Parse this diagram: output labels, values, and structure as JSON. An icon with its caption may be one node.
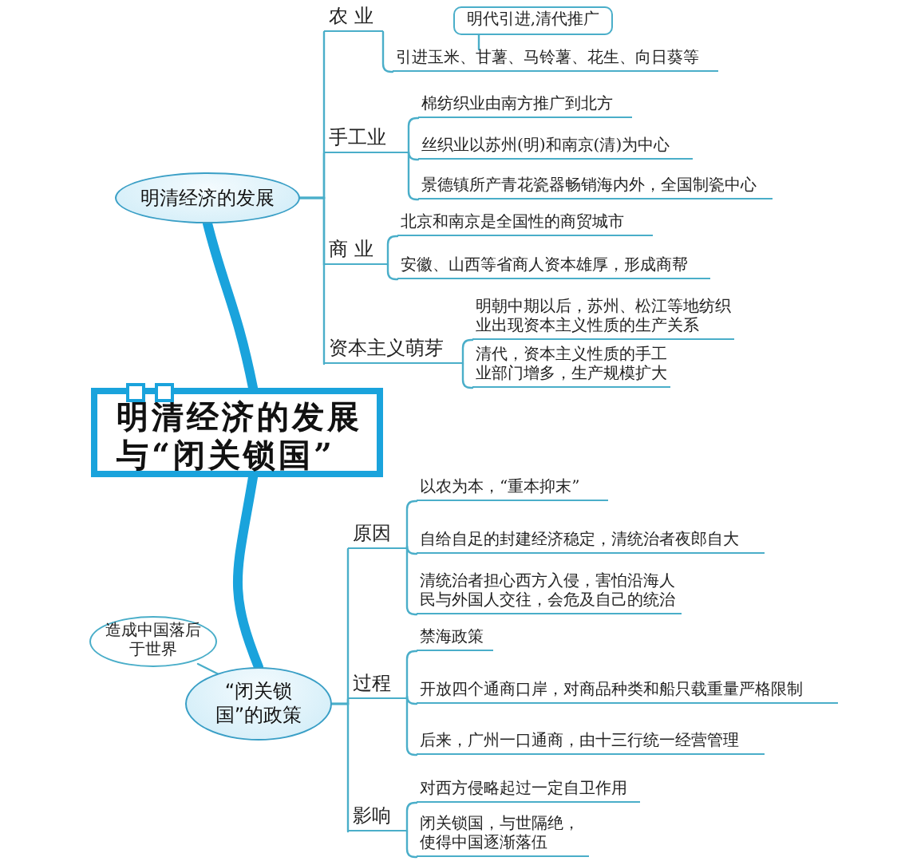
{
  "diagram": {
    "nodes": [
      {
        "text": [
          "明清经济的发展与“闭关锁国”"
        ]
      },
      {
        "text": [
          "明清经济的发展"
        ]
      },
      {
        "text": [
          "农 业"
        ]
      },
      {
        "text": [
          "明代引进,清代推广"
        ]
      },
      {
        "text": [
          "引进玉米、甘薯、马铃薯、花生、向日葵等"
        ]
      },
      {
        "text": [
          "手工业"
        ]
      },
      {
        "text": [
          "棉纺织业由南方推广到北方"
        ]
      },
      {
        "text": [
          "丝织业以苏州(明)和南京(清)为中心"
        ]
      },
      {
        "text": [
          "景德镇所产青花瓷器畅销海内外，全国制瓷中心"
        ]
      },
      {
        "text": [
          "商 业"
        ]
      },
      {
        "text": [
          "北京和南京是全国性的商贸城市"
        ]
      },
      {
        "text": [
          "安徽、山西等省商人资本雄厚，形成商帮"
        ]
      },
      {
        "text": [
          "资本主义萌芽"
        ]
      },
      {
        "text": [
          "明朝中期以后，苏州、松江等地纺织业出现资本主义性质的生产关系"
        ]
      },
      {
        "text": [
          "清代，资本主义性质的手工业部门增多，生产规模扩大"
        ]
      },
      {
        "text": [
          "“闭关锁国”的政策"
        ]
      },
      {
        "text": [
          "造成中国落后于世界"
        ]
      },
      {
        "text": [
          "原因"
        ]
      },
      {
        "text": [
          "以农为本，“重本抑末”"
        ]
      },
      {
        "text": [
          "自给自足的封建经济稳定，清统治者夜郎自大"
        ]
      },
      {
        "text": [
          "清统治者担心西方入侵，害怕沿海人民与外国人交往，会危及自己的统治"
        ]
      },
      {
        "text": [
          "过程"
        ]
      },
      {
        "text": [
          "禁海政策"
        ]
      },
      {
        "text": [
          "开放四个通商口岸，对商品种类和船只载重量严格限制"
        ]
      },
      {
        "text": [
          "后来，广州一口通商，由十三行统一经营管理"
        ]
      },
      {
        "text": [
          "影响"
        ]
      },
      {
        "text": [
          "对西方侵略起过一定自卫作用"
        ]
      },
      {
        "text": [
          "闭关锁国，与世隔绝，使得中国逐渐落伍"
        ]
      }
    ],
    "edges": [
      {
        "from": 0,
        "to": 1,
        "arrow": "none",
        "style": "thick",
        "color": "#1aa3dc"
      },
      {
        "from": 0,
        "to": 15,
        "arrow": "none",
        "style": "thick",
        "color": "#1aa3dc"
      },
      {
        "from": 1,
        "to": 2,
        "arrow": "none"
      },
      {
        "from": 1,
        "to": 5,
        "arrow": "none"
      },
      {
        "from": 1,
        "to": 9,
        "arrow": "none"
      },
      {
        "from": 1,
        "to": 12,
        "arrow": "none"
      },
      {
        "from": 2,
        "to": 4,
        "arrow": "none"
      },
      {
        "from": 3,
        "to": 4,
        "arrow": "none"
      },
      {
        "from": 5,
        "to": 6,
        "arrow": "none"
      },
      {
        "from": 5,
        "to": 7,
        "arrow": "none"
      },
      {
        "from": 5,
        "to": 8,
        "arrow": "none"
      },
      {
        "from": 9,
        "to": 10,
        "arrow": "none"
      },
      {
        "from": 9,
        "to": 11,
        "arrow": "none"
      },
      {
        "from": 12,
        "to": 13,
        "arrow": "none"
      },
      {
        "from": 12,
        "to": 14,
        "arrow": "none"
      },
      {
        "from": 16,
        "to": 15,
        "arrow": "none"
      },
      {
        "from": 15,
        "to": 17,
        "arrow": "none"
      },
      {
        "from": 15,
        "to": 21,
        "arrow": "none"
      },
      {
        "from": 15,
        "to": 25,
        "arrow": "none"
      },
      {
        "from": 17,
        "to": 18,
        "arrow": "none"
      },
      {
        "from": 17,
        "to": 19,
        "arrow": "none"
      },
      {
        "from": 17,
        "to": 20,
        "arrow": "none"
      },
      {
        "from": 21,
        "to": 22,
        "arrow": "none"
      },
      {
        "from": 21,
        "to": 23,
        "arrow": "none"
      },
      {
        "from": 21,
        "to": 24,
        "arrow": "none"
      },
      {
        "from": 25,
        "to": 26,
        "arrow": "none"
      },
      {
        "from": 25,
        "to": 27,
        "arrow": "none"
      }
    ]
  }
}
